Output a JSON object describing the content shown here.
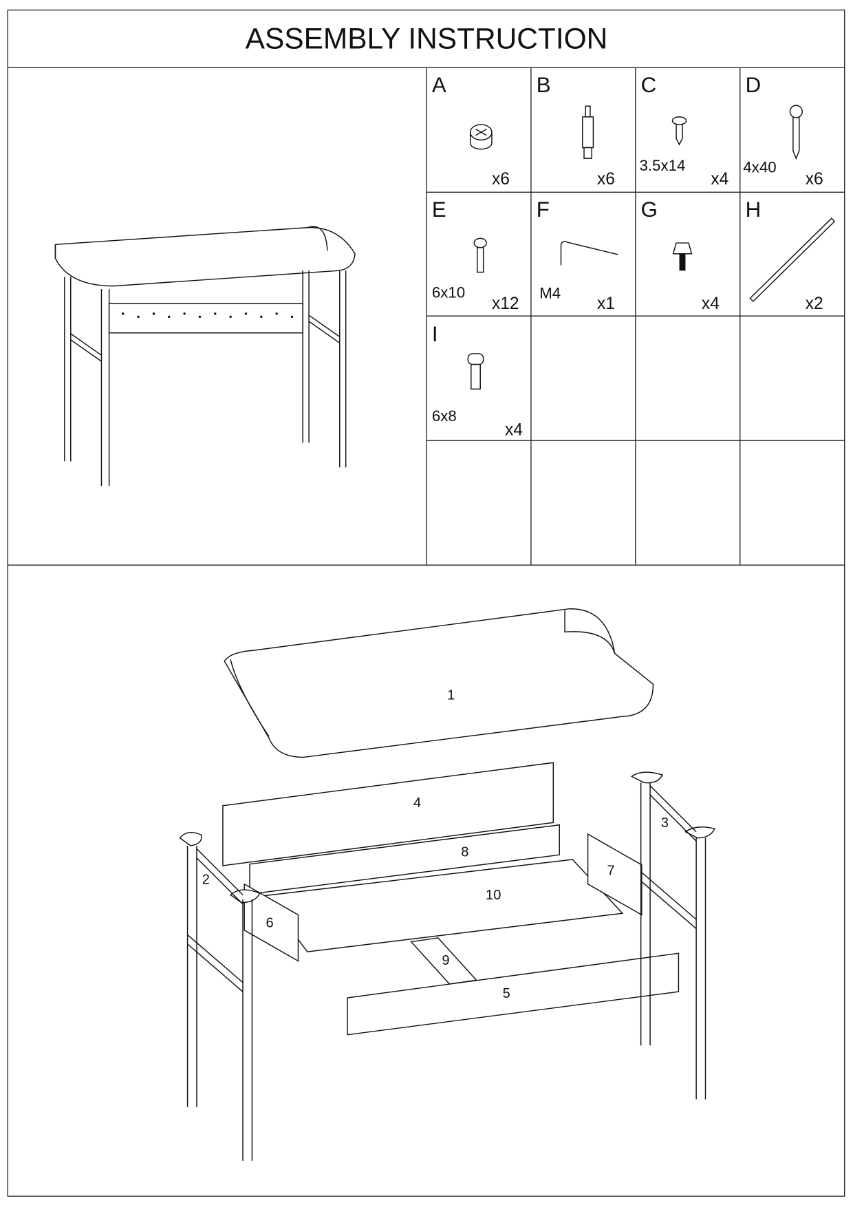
{
  "title": "ASSEMBLY INSTRUCTION",
  "hardware": [
    {
      "letter": "A",
      "size": "",
      "qty": "x6"
    },
    {
      "letter": "B",
      "size": "",
      "qty": "x6"
    },
    {
      "letter": "C",
      "size": "3.5x14",
      "qty": "x4"
    },
    {
      "letter": "D",
      "size": "4x40",
      "qty": "x6"
    },
    {
      "letter": "E",
      "size": "6x10",
      "qty": "x12"
    },
    {
      "letter": "F",
      "size": "M4",
      "qty": "x1"
    },
    {
      "letter": "G",
      "size": "",
      "qty": "x4"
    },
    {
      "letter": "H",
      "size": "",
      "qty": "x2"
    },
    {
      "letter": "I",
      "size": "6x8",
      "qty": "x4"
    }
  ],
  "parts": [
    "1",
    "2",
    "3",
    "4",
    "5",
    "6",
    "7",
    "8",
    "9",
    "10"
  ]
}
